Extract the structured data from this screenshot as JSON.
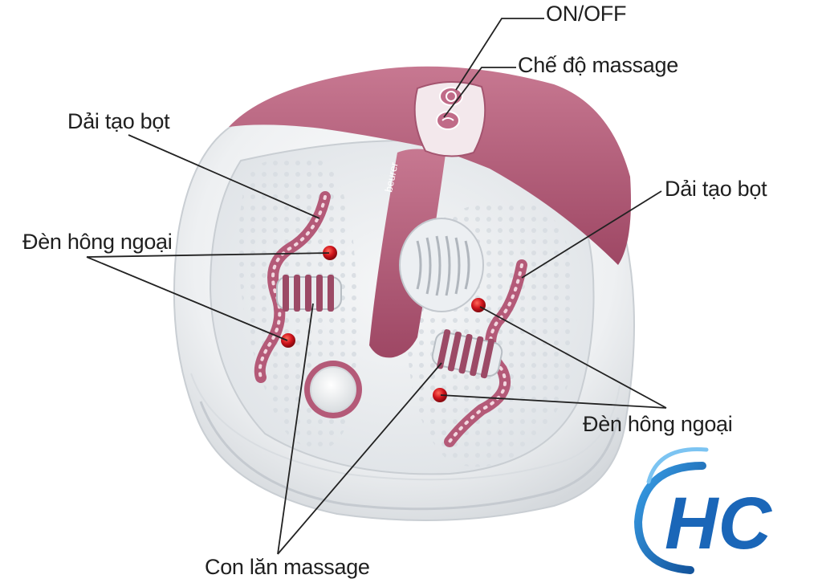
{
  "labels": {
    "on_off": "ON/OFF",
    "massage_mode": "Chế độ massage",
    "foam_strip_left": "Dải tạo bọt",
    "foam_strip_right": "Dải tạo bọt",
    "infrared_left": "Đèn hông ngoại",
    "infrared_right": "Đèn hông ngoại",
    "rollers": "Con lăn massage"
  },
  "brand": "beurer",
  "logo_text": "HC",
  "colors": {
    "body_pink": "#b45a78",
    "body_white": "#f2f2f3",
    "infrared_red": "#d0141c",
    "logo_blue": "#1c74c4",
    "line": "#222222"
  }
}
